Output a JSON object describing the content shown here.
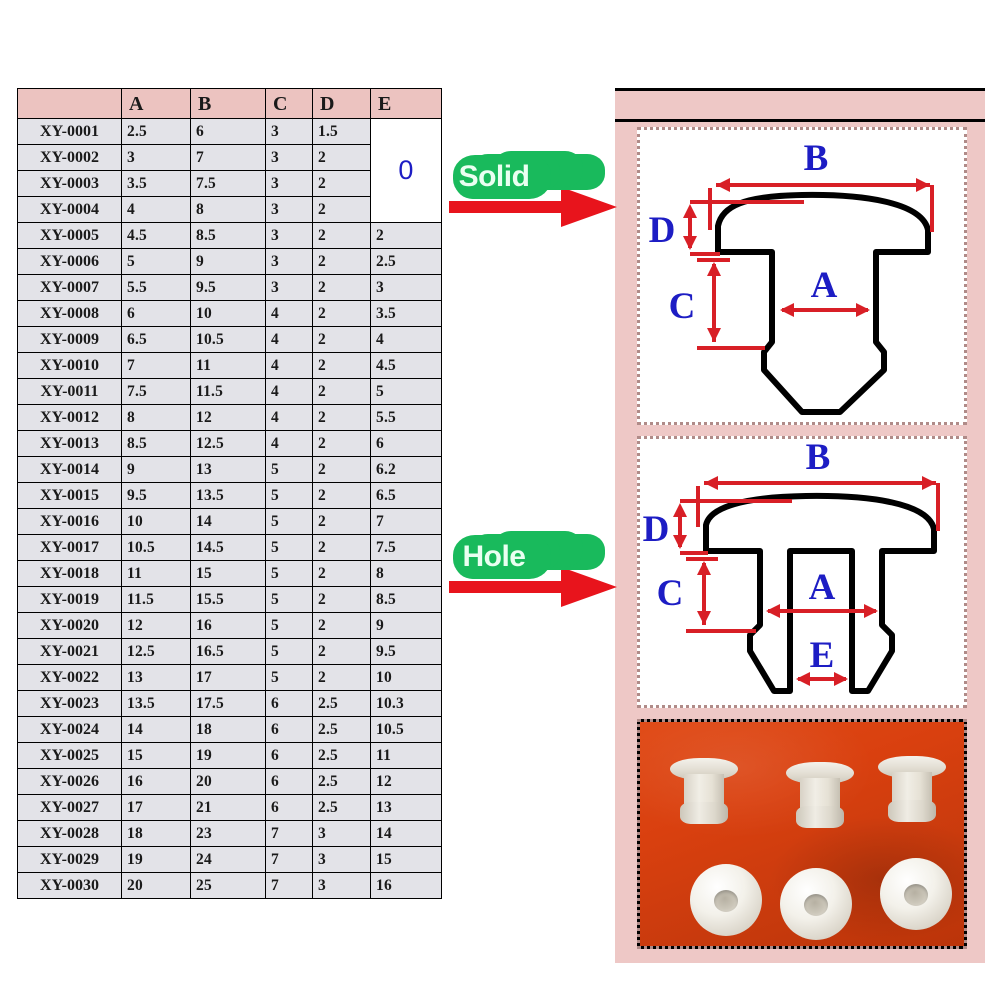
{
  "table": {
    "columns": [
      "",
      "A",
      "B",
      "C",
      "D",
      "E"
    ],
    "e_merged_value": "0",
    "e_merged_rowspan": 4,
    "rows": [
      {
        "id": "XY-0001",
        "A": "2.5",
        "B": "6",
        "C": "3",
        "D": "1.5",
        "E": ""
      },
      {
        "id": "XY-0002",
        "A": "3",
        "B": "7",
        "C": "3",
        "D": "2",
        "E": ""
      },
      {
        "id": "XY-0003",
        "A": "3.5",
        "B": "7.5",
        "C": "3",
        "D": "2",
        "E": ""
      },
      {
        "id": "XY-0004",
        "A": "4",
        "B": "8",
        "C": "3",
        "D": "2",
        "E": ""
      },
      {
        "id": "XY-0005",
        "A": "4.5",
        "B": "8.5",
        "C": "3",
        "D": "2",
        "E": "2"
      },
      {
        "id": "XY-0006",
        "A": "5",
        "B": "9",
        "C": "3",
        "D": "2",
        "E": "2.5"
      },
      {
        "id": "XY-0007",
        "A": "5.5",
        "B": "9.5",
        "C": "3",
        "D": "2",
        "E": "3"
      },
      {
        "id": "XY-0008",
        "A": "6",
        "B": "10",
        "C": "4",
        "D": "2",
        "E": "3.5"
      },
      {
        "id": "XY-0009",
        "A": "6.5",
        "B": "10.5",
        "C": "4",
        "D": "2",
        "E": "4"
      },
      {
        "id": "XY-0010",
        "A": "7",
        "B": "11",
        "C": "4",
        "D": "2",
        "E": "4.5"
      },
      {
        "id": "XY-0011",
        "A": "7.5",
        "B": "11.5",
        "C": "4",
        "D": "2",
        "E": "5"
      },
      {
        "id": "XY-0012",
        "A": "8",
        "B": "12",
        "C": "4",
        "D": "2",
        "E": "5.5"
      },
      {
        "id": "XY-0013",
        "A": "8.5",
        "B": "12.5",
        "C": "4",
        "D": "2",
        "E": "6"
      },
      {
        "id": "XY-0014",
        "A": "9",
        "B": "13",
        "C": "5",
        "D": "2",
        "E": "6.2"
      },
      {
        "id": "XY-0015",
        "A": "9.5",
        "B": "13.5",
        "C": "5",
        "D": "2",
        "E": "6.5"
      },
      {
        "id": "XY-0016",
        "A": "10",
        "B": "14",
        "C": "5",
        "D": "2",
        "E": "7"
      },
      {
        "id": "XY-0017",
        "A": "10.5",
        "B": "14.5",
        "C": "5",
        "D": "2",
        "E": "7.5"
      },
      {
        "id": "XY-0018",
        "A": "11",
        "B": "15",
        "C": "5",
        "D": "2",
        "E": "8"
      },
      {
        "id": "XY-0019",
        "A": "11.5",
        "B": "15.5",
        "C": "5",
        "D": "2",
        "E": "8.5"
      },
      {
        "id": "XY-0020",
        "A": "12",
        "B": "16",
        "C": "5",
        "D": "2",
        "E": "9"
      },
      {
        "id": "XY-0021",
        "A": "12.5",
        "B": "16.5",
        "C": "5",
        "D": "2",
        "E": "9.5"
      },
      {
        "id": "XY-0022",
        "A": "13",
        "B": "17",
        "C": "5",
        "D": "2",
        "E": "10"
      },
      {
        "id": "XY-0023",
        "A": "13.5",
        "B": "17.5",
        "C": "6",
        "D": "2.5",
        "E": "10.3"
      },
      {
        "id": "XY-0024",
        "A": "14",
        "B": "18",
        "C": "6",
        "D": "2.5",
        "E": "10.5"
      },
      {
        "id": "XY-0025",
        "A": "15",
        "B": "19",
        "C": "6",
        "D": "2.5",
        "E": "11"
      },
      {
        "id": "XY-0026",
        "A": "16",
        "B": "20",
        "C": "6",
        "D": "2.5",
        "E": "12"
      },
      {
        "id": "XY-0027",
        "A": "17",
        "B": "21",
        "C": "6",
        "D": "2.5",
        "E": "13"
      },
      {
        "id": "XY-0028",
        "A": "18",
        "B": "23",
        "C": "7",
        "D": "3",
        "E": "14"
      },
      {
        "id": "XY-0029",
        "A": "19",
        "B": "24",
        "C": "7",
        "D": "3",
        "E": "15"
      },
      {
        "id": "XY-0030",
        "A": "20",
        "B": "25",
        "C": "7",
        "D": "3",
        "E": "16"
      }
    ]
  },
  "callouts": [
    {
      "label": "Solid",
      "icon": "right-arrow-icon"
    },
    {
      "label": "Hole",
      "icon": "right-arrow-icon"
    }
  ],
  "diagrams": {
    "solid": {
      "labels": [
        "B",
        "D",
        "C",
        "A"
      ],
      "B": "B",
      "D": "D",
      "C": "C",
      "A": "A"
    },
    "hole": {
      "labels": [
        "B",
        "D",
        "C",
        "A",
        "E"
      ],
      "B": "B",
      "D": "D",
      "C": "C",
      "A": "A",
      "E": "E"
    }
  },
  "photo": {
    "plug_count_side": 3,
    "plug_count_top": 3
  },
  "colors": {
    "header_pink": "#ecc3c0",
    "panel_pink": "#eec8c6",
    "row_gray": "#e3e3e8",
    "label_blue": "#1d1dc4",
    "dimension_red": "#d81f26",
    "badge_green": "#19ba5c",
    "photo_orange": "#d9400f"
  }
}
